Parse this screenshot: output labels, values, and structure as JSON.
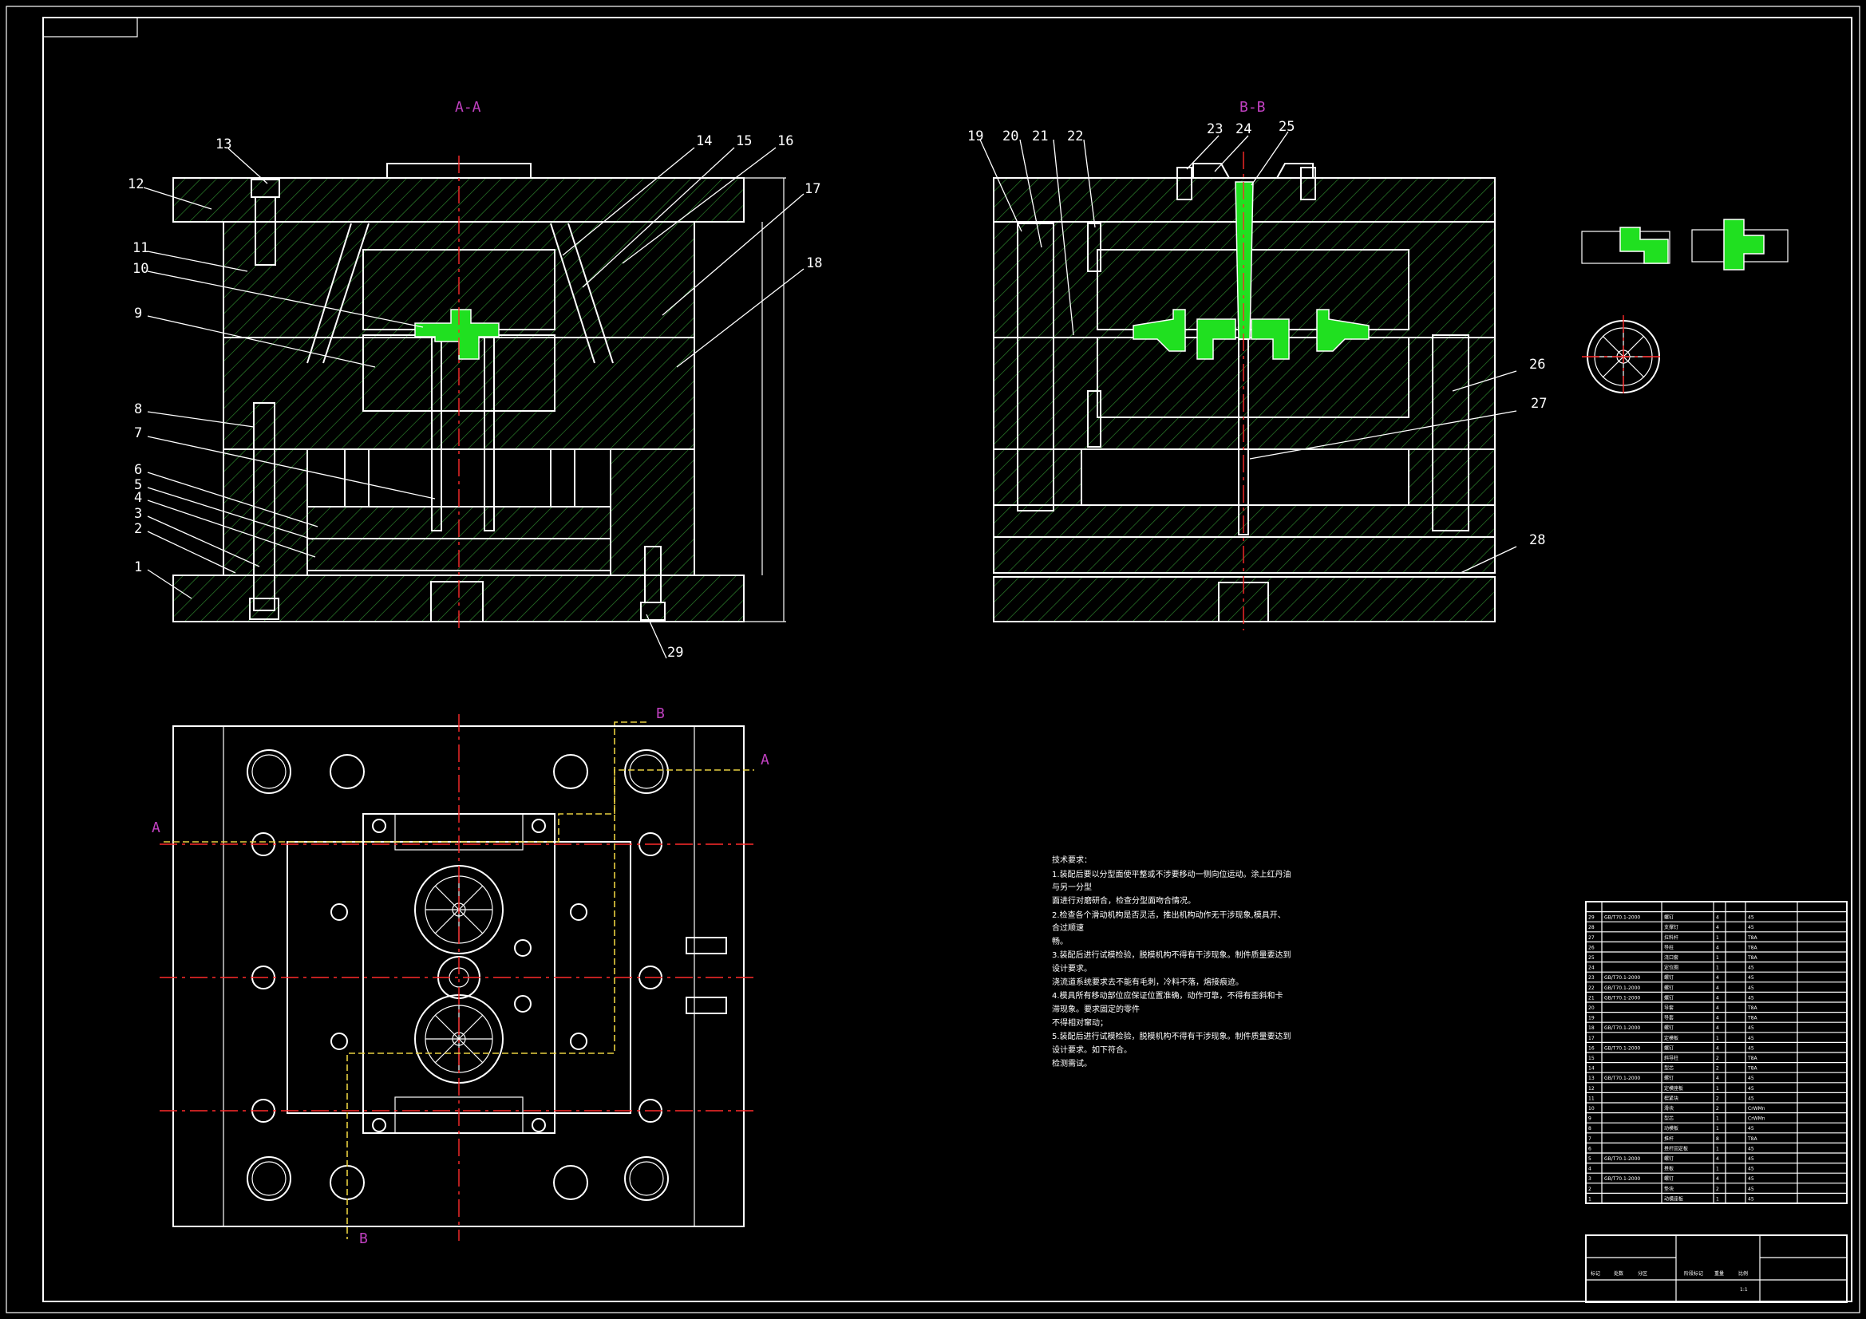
{
  "views": {
    "section_aa": "A-A",
    "section_bb": "B-B",
    "cut_a_left": "A",
    "cut_a_right": "A",
    "cut_b_top": "B",
    "cut_b_bottom": "B"
  },
  "balloons_left": [
    "13",
    "12",
    "11",
    "10",
    "9",
    "8",
    "7",
    "6",
    "5",
    "4",
    "3",
    "2",
    "1",
    "14",
    "15",
    "16",
    "17",
    "18",
    "29"
  ],
  "balloons_right": [
    "19",
    "20",
    "21",
    "22",
    "23",
    "24",
    "25",
    "26",
    "27",
    "28"
  ],
  "notes": [
    "技术要求：",
    "1.装配后要以分型面使平整或不涉要移动一侧向位运动。涂上红丹油",
    "与另一分型",
    "面进行对磨研合，检查分型面吻合情况。",
    "2.检查各个滑动机构是否灵活，推出机构动作无干涉现象,模具开、",
    "合过顺速",
    "畅。",
    "3.装配后进行试模检验，脱模机构不得有干涉现象。制件质量要达到",
    "设计要求。",
    "浇流道系统要求去不能有毛刺，冷料不落，熔接痕迹。",
    "4.模具所有移动部位应保证位置准确，动作可靠，不得有歪斜和卡",
    "滞现象。要求固定的零件",
    "不得相对窜动；",
    "5.装配后进行试模检验，脱模机构不得有干涉现象。制件质量要达到",
    "设计要求。如下符合。",
    "检测需试。"
  ],
  "bom_rows": [
    [
      "29",
      "GB/T70.1-2000",
      "螺钉",
      "4",
      "45"
    ],
    [
      "28",
      "",
      "支撑钉",
      "4",
      "45"
    ],
    [
      "27",
      "",
      "拉料杆",
      "1",
      "T8A"
    ],
    [
      "26",
      "",
      "导柱",
      "4",
      "T8A"
    ],
    [
      "25",
      "",
      "浇口套",
      "1",
      "T8A"
    ],
    [
      "24",
      "",
      "定位圈",
      "1",
      "45"
    ],
    [
      "23",
      "GB/T70.1-2000",
      "螺钉",
      "4",
      "45"
    ],
    [
      "22",
      "GB/T70.1-2000",
      "螺钉",
      "4",
      "45"
    ],
    [
      "21",
      "GB/T70.1-2000",
      "螺钉",
      "4",
      "45"
    ],
    [
      "20",
      "",
      "导套",
      "4",
      "T8A"
    ],
    [
      "19",
      "",
      "导套",
      "4",
      "T8A"
    ],
    [
      "18",
      "GB/T70.1-2000",
      "螺钉",
      "4",
      "45"
    ],
    [
      "17",
      "",
      "定模板",
      "1",
      "45"
    ],
    [
      "16",
      "GB/T70.1-2000",
      "螺钉",
      "4",
      "45"
    ],
    [
      "15",
      "",
      "斜导柱",
      "2",
      "T8A"
    ],
    [
      "14",
      "",
      "型芯",
      "2",
      "T8A"
    ],
    [
      "13",
      "GB/T70.1-2000",
      "螺钉",
      "4",
      "45"
    ],
    [
      "12",
      "",
      "定模座板",
      "1",
      "45"
    ],
    [
      "11",
      "",
      "楔紧块",
      "2",
      "45"
    ],
    [
      "10",
      "",
      "滑块",
      "2",
      "CrWMn"
    ],
    [
      "9",
      "",
      "型芯",
      "1",
      "CrWMn"
    ],
    [
      "8",
      "",
      "动模板",
      "1",
      "45"
    ],
    [
      "7",
      "",
      "推杆",
      "8",
      "T8A"
    ],
    [
      "6",
      "",
      "推杆固定板",
      "1",
      "45"
    ],
    [
      "5",
      "GB/T70.1-2000",
      "螺钉",
      "4",
      "45"
    ],
    [
      "4",
      "",
      "推板",
      "1",
      "45"
    ],
    [
      "3",
      "GB/T70.1-2000",
      "螺钉",
      "4",
      "45"
    ],
    [
      "2",
      "",
      "垫块",
      "2",
      "45"
    ],
    [
      "1",
      "",
      "动模座板",
      "1",
      "45"
    ]
  ],
  "title_block": {
    "scale_hint": "1:1",
    "label_a": "标记",
    "label_b": "处数",
    "label_c": "分区",
    "label_d": "阶段标记",
    "label_e": "重量",
    "label_f": "比例"
  },
  "colors": {
    "background": "#000000",
    "line": "#ffffff",
    "centerline": "#ff2a2a",
    "plastic_part": "#20e020",
    "section_label": "#c040c0",
    "cut_line": "#e8d040"
  }
}
